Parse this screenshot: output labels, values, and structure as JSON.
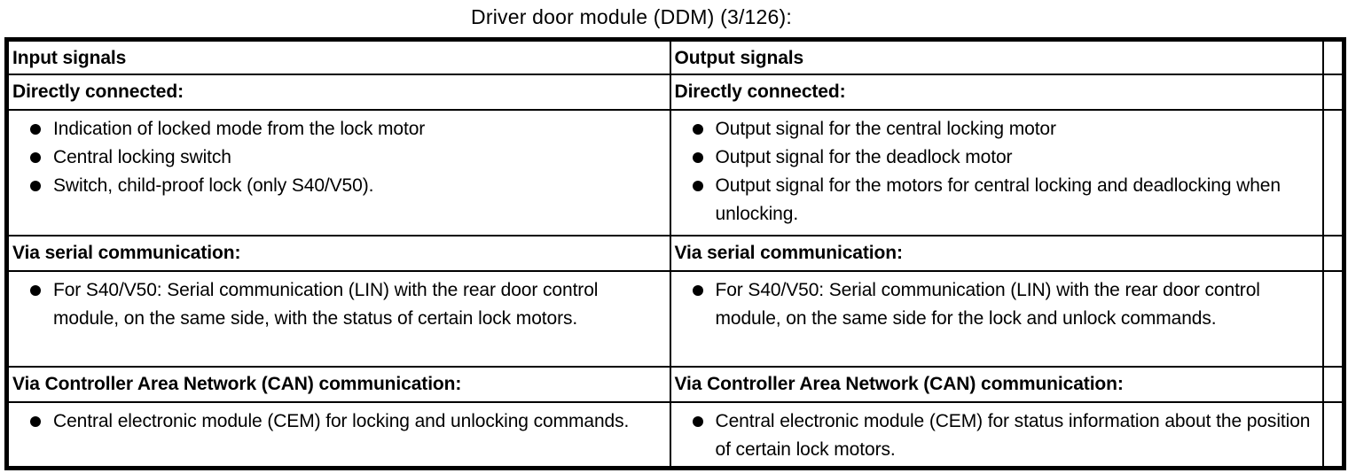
{
  "title": "Driver door module (DDM) (3/126):",
  "colors": {
    "text": "#000000",
    "border": "#000000",
    "background": "#ffffff"
  },
  "table": {
    "left_column_header": "Input signals",
    "right_column_header": "Output signals",
    "sections": [
      {
        "left": {
          "heading": "Directly connected:",
          "items": [
            "Indication of locked mode from the lock motor",
            "Central locking switch",
            "Switch, child-proof lock (only S40/V50)."
          ]
        },
        "right": {
          "heading": "Directly connected:",
          "items": [
            "Output signal for the central locking motor",
            "Output signal for the deadlock motor",
            "Output signal for the motors for central locking and deadlocking when unlocking."
          ]
        }
      },
      {
        "left": {
          "heading": "Via serial communication:",
          "items": [
            "For S40/V50: Serial communication (LIN) with the rear door control module, on the same side, with the status of certain lock motors."
          ]
        },
        "right": {
          "heading": "Via serial communication:",
          "items": [
            "For S40/V50: Serial communication (LIN) with the rear door control module, on the same side for the lock and unlock commands."
          ]
        }
      },
      {
        "left": {
          "heading": "Via Controller Area Network (CAN) communication:",
          "items": [
            "Central electronic module (CEM) for locking and unlocking commands."
          ]
        },
        "right": {
          "heading": "Via Controller Area Network (CAN) communication:",
          "items": [
            "Central electronic module (CEM) for status information about the position of certain lock motors."
          ]
        }
      }
    ]
  }
}
